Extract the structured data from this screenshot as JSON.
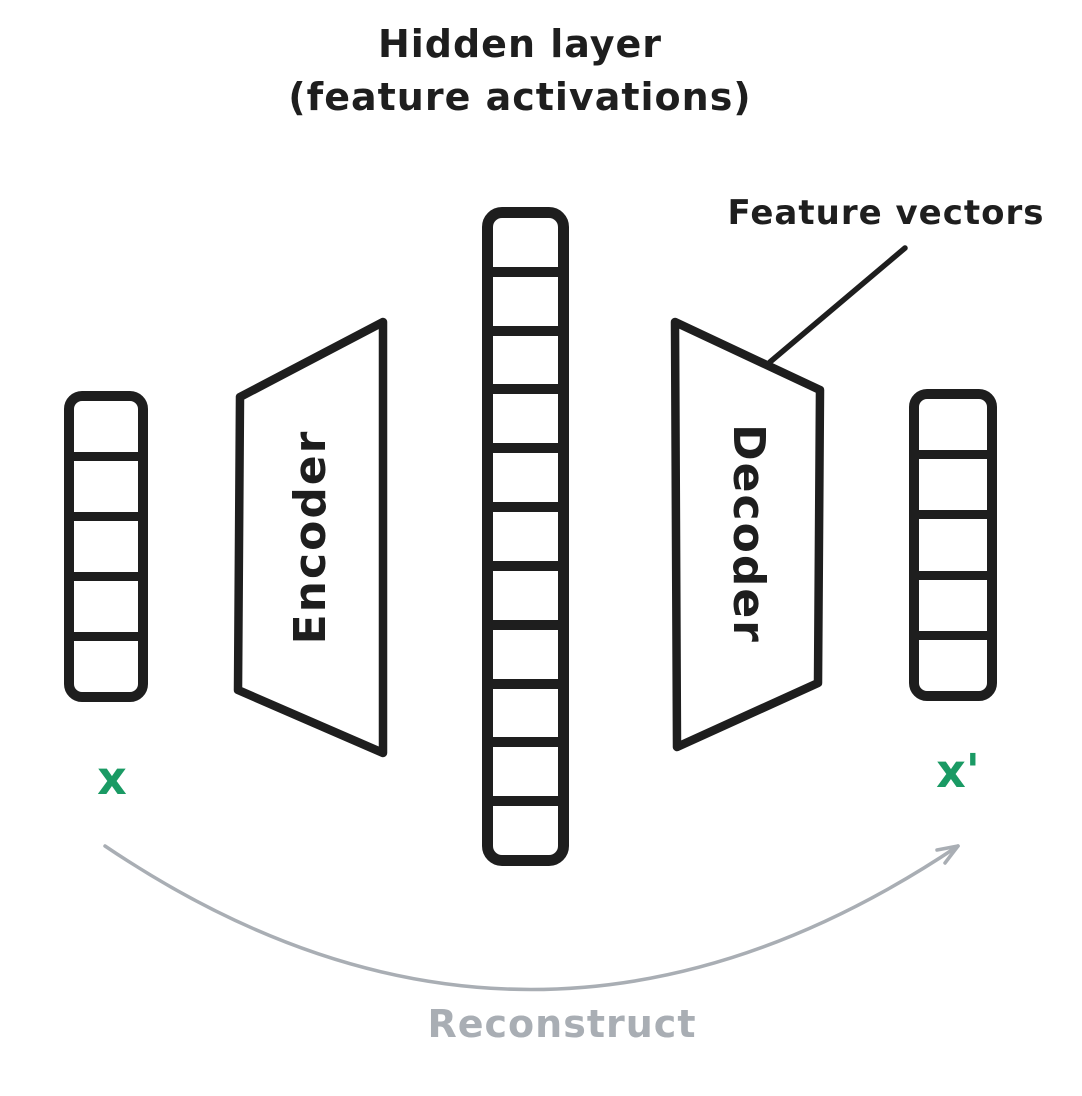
{
  "title": {
    "line1": "Hidden layer",
    "line2": "(feature activations)"
  },
  "labels": {
    "feature_vectors": "Feature vectors",
    "encoder": "Encoder",
    "decoder": "Decoder",
    "input": "x",
    "output": "x'",
    "reconstruct": "Reconstruct"
  },
  "vectors": [
    {
      "id": "input-vector",
      "cells": 5
    },
    {
      "id": "hidden-vector",
      "cells": 11
    },
    {
      "id": "output-vector",
      "cells": 5
    }
  ],
  "colors": {
    "stroke": "#1e1e1e",
    "accent_green": "#1a9a64",
    "arrow_gray": "#a9aeb4",
    "background": "#ffffff"
  }
}
